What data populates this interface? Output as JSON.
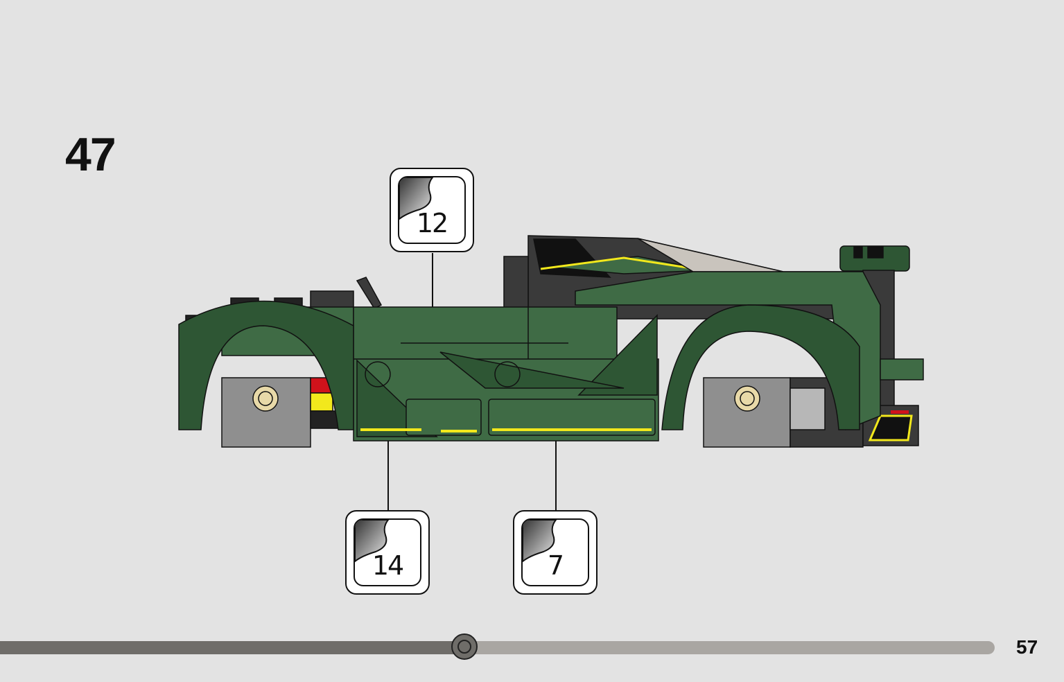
{
  "step": {
    "number": "47"
  },
  "stickers": [
    {
      "id": "top",
      "quantity": "12"
    },
    {
      "id": "bottom-left",
      "quantity": "14"
    },
    {
      "id": "bottom-right",
      "quantity": "7"
    }
  ],
  "page": {
    "number": "57"
  },
  "progress": {
    "fraction": 0.467
  },
  "colors": {
    "background": "#e3e3e3",
    "body_green": "#3f6b45",
    "dark_green": "#2e5634",
    "sticker_yellow": "#f2e81c",
    "gray": "#8f8f8f",
    "black": "#222222",
    "red": "#d0121b"
  },
  "icons": [
    "sticker-sheet-icon",
    "wheel-hub-icon"
  ]
}
